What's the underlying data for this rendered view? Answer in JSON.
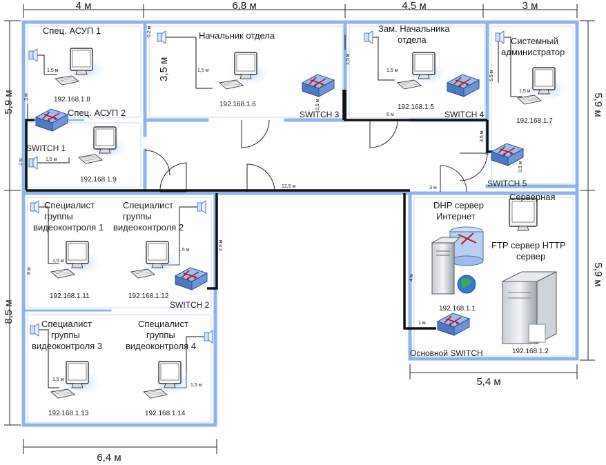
{
  "dimensions": {
    "top": [
      "4 м",
      "6,8 м",
      "4,5 м",
      "3 м"
    ],
    "left_top": "5,9 м",
    "left_bottom": "8,5 м",
    "right_top": "5,9 м",
    "right_bottom": "5,9 м",
    "bottom_left": "6,4 м",
    "bottom_right": "5,4 м"
  },
  "rooms": {
    "spec_asup1": "Спец. АСУП 1",
    "spec_asup2": "Спец. АСУП 2",
    "chief": "Начальник отдела",
    "deputy_line1": "Зам. Начальника",
    "deputy_line2": "отдела",
    "sysadmin_line1": "Системный",
    "sysadmin_line2": "администратор",
    "server_room": "Серверная",
    "video1": [
      "Специалист",
      "группы",
      "видеоконтроля 1"
    ],
    "video2": [
      "Специалист",
      "группы",
      "видеоконтроля 2"
    ],
    "video3": [
      "Специалист",
      "группы",
      "видеоконтроля 3"
    ],
    "video4": [
      "Специалист",
      "группы",
      "видеоконтроля 4"
    ]
  },
  "servers": {
    "dhcp_line1": "DHP сервер",
    "dhcp_line2": "Интернет",
    "ftp_line1": "FTP сервер HTTP",
    "ftp_line2": "сервер"
  },
  "switches": {
    "s1": "SWITCH 1",
    "s2": "SWITCH 2",
    "s3": "SWITCH 3",
    "s4": "SWITCH 4",
    "s5": "SWITCH 5",
    "main": "Основной SWITCH"
  },
  "ips": {
    "asup1": "192.168.1.8",
    "asup2": "192.168.1.9",
    "chief": "192.168.1.6",
    "deputy": "192.168.1.5",
    "sysadmin": "192.168.1.7",
    "video1": "192.168.1.11",
    "video2": "192.168.1.12",
    "video3": "192.168.1.13",
    "video4": "192.168.1.14",
    "dhcp": "192.168.1.1",
    "ftp": "192.168.1.2"
  },
  "cables": {
    "c15": "1,5 м",
    "c02": "0,2 м",
    "c35": "3,5 м",
    "c3": "3 м",
    "c2": "2 м",
    "c25": "2,5 м",
    "c05": "0,5 м",
    "c6": "6 м",
    "c55": "5,5 м",
    "c125": "12,5 м",
    "c8": "8 м",
    "c4": "4 м",
    "c1": "1 м"
  },
  "colors": {
    "wall": "#8fb4ea",
    "cable": "#111111",
    "switch": "#5b8ad0",
    "monitor_glow": "#cfe3f8"
  }
}
